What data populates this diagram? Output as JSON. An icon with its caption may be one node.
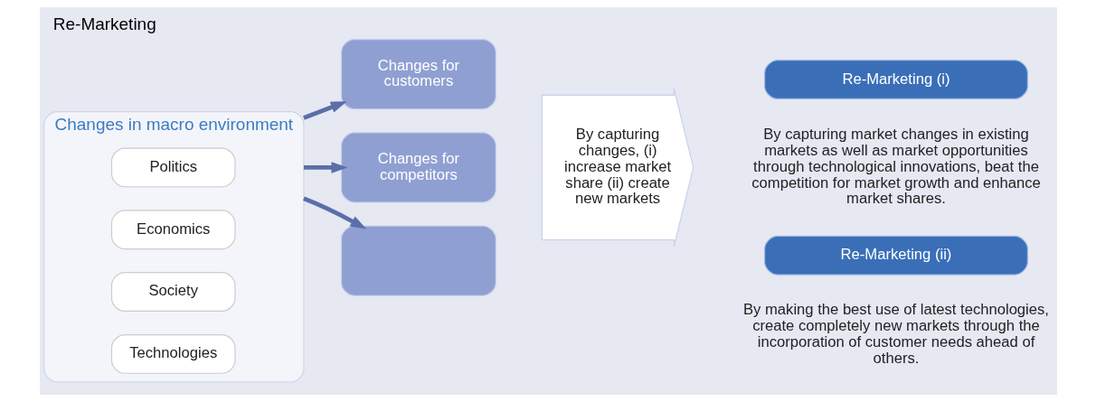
{
  "diagram": {
    "title": "Re-Marketing",
    "nodes": [
      {
        "text": [
          "Changes in macro environment"
        ]
      },
      {
        "text": [
          "Politics"
        ],
        "in": 0
      },
      {
        "text": [
          "Economics"
        ],
        "in": 0
      },
      {
        "text": [
          "Society"
        ],
        "in": 0
      },
      {
        "text": [
          "Technologies"
        ],
        "in": 0
      },
      {
        "text": [
          "Changes for customers"
        ]
      },
      {
        "text": [
          "Changes for competitors"
        ]
      },
      {
        "text": [],
        "shape": "box"
      },
      {
        "text": [
          "By capturing changes, (i) increase market share (ii) create new markets"
        ]
      },
      {
        "text": [
          "Re-Marketing (i)"
        ],
        "beside": [
          "By capturing market changes in existing markets as well as market opportunities through technological innovations, beat the competition for market growth and enhance market shares."
        ]
      },
      {
        "text": [
          "Re-Marketing (ii)"
        ],
        "beside": [
          "By making the best use of latest technologies, create completely new markets through the incorporation of customer needs ahead of others."
        ]
      }
    ],
    "edges": [
      {
        "from": 0,
        "to": 5,
        "arrow": "to"
      },
      {
        "from": 0,
        "to": 6,
        "arrow": "to"
      },
      {
        "from": 0,
        "to": 7,
        "arrow": "to"
      }
    ]
  }
}
